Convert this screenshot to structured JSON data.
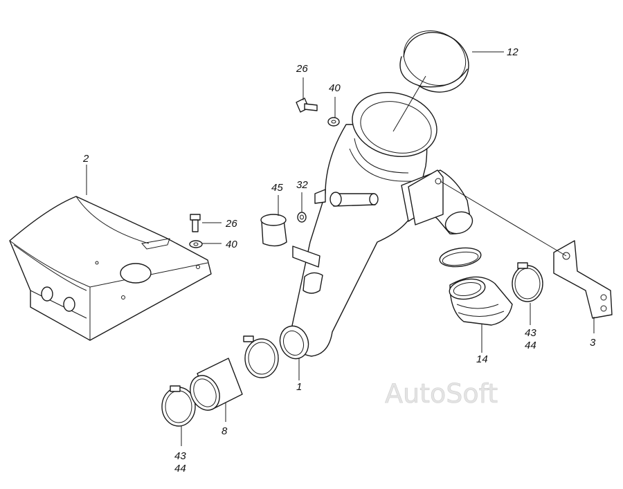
{
  "watermark": "AutoSoft",
  "callouts": {
    "c1": "1",
    "c2": "2",
    "c3": "3",
    "c8": "8",
    "c12": "12",
    "c14": "14",
    "c26_top": "26",
    "c26_mid": "26",
    "c32": "32",
    "c40_top": "40",
    "c40_mid": "40",
    "c43_right": "43",
    "c44_right": "44",
    "c43_bottom": "43",
    "c44_bottom": "44",
    "c45": "45"
  },
  "colors": {
    "line": "#1a1a1a",
    "background": "#ffffff",
    "watermark": "#e4e4e4"
  }
}
